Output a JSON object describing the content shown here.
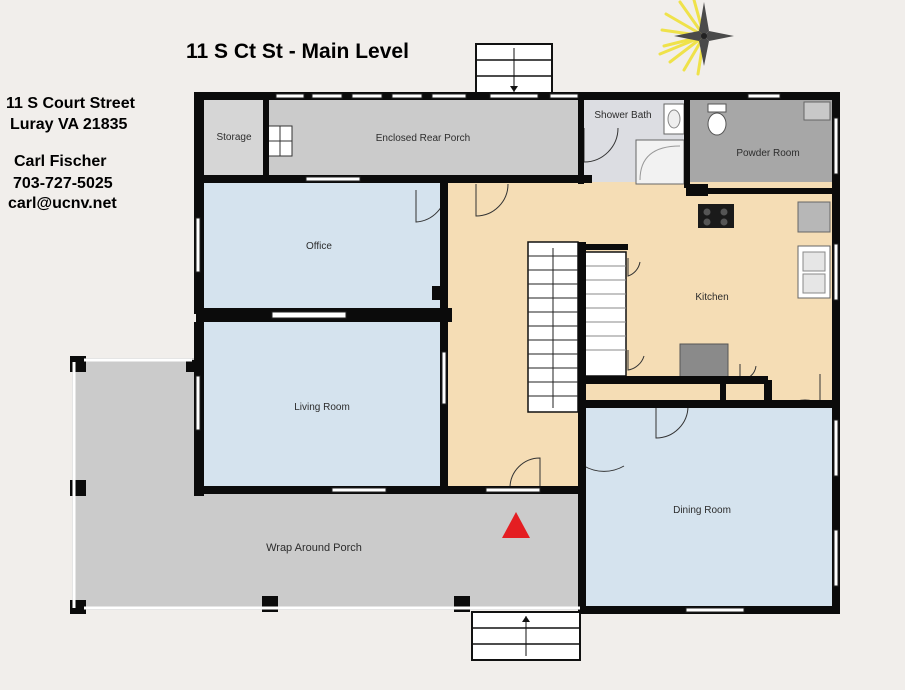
{
  "title": "11 S Ct St - Main Level",
  "contact": {
    "address_line1": "11 S Court Street",
    "address_line2": "Luray VA 21835",
    "name": "Carl Fischer",
    "phone": "703-727-5025",
    "email": "carl@ucnv.net"
  },
  "rooms": {
    "storage": "Storage",
    "enclosed_rear_porch": "Enclosed Rear Porch",
    "shower_bath": "Shower Bath",
    "powder_room": "Powder Room",
    "office": "Office",
    "kitchen": "Kitchen",
    "living_room": "Living Room",
    "dining_room": "Dining Room",
    "wrap_around_porch": "Wrap Around Porch"
  },
  "icons": {
    "compass": "compass-rose-icon",
    "entry_marker": "entry-marker-icon"
  },
  "colors": {
    "background": "#f1eeeb",
    "wall": "#0b0b0b",
    "blue_room": "#d5e3ee",
    "kitchen_floor": "#f5ddb5",
    "porch_floor": "#cbcbcb",
    "bath_floor": "#dcdde2",
    "powder_floor": "#a7a7a7",
    "entry_marker": "#e41e22",
    "compass_rays": "#f3e85a"
  }
}
